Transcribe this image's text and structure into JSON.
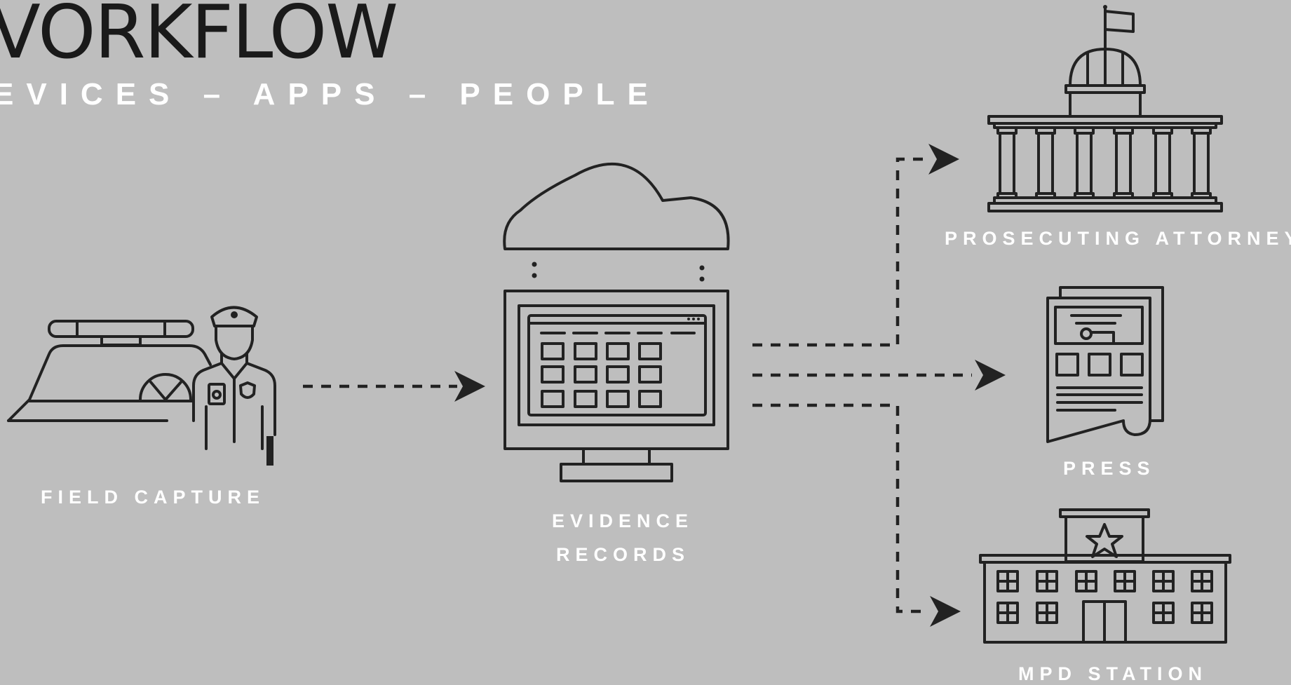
{
  "title": "VORKFLOW",
  "subtitle": "EVICES – APPS – PEOPLE",
  "nodes": {
    "field_capture": "FIELD CAPTURE",
    "evidence_line1": "EVIDENCE",
    "evidence_line2": "RECORDS",
    "prosecuting_attorney": "PROSECUTING ATTORNEY",
    "press": "PRESS",
    "mpd_station": "MPD STATION"
  },
  "icons": [
    "police-car-icon",
    "police-officer-icon",
    "cloud-icon",
    "monitor-icon",
    "courthouse-icon",
    "newspaper-icon",
    "police-station-icon"
  ],
  "colors": {
    "background": "#bebebe",
    "ink": "#222222",
    "label": "#ffffff"
  }
}
